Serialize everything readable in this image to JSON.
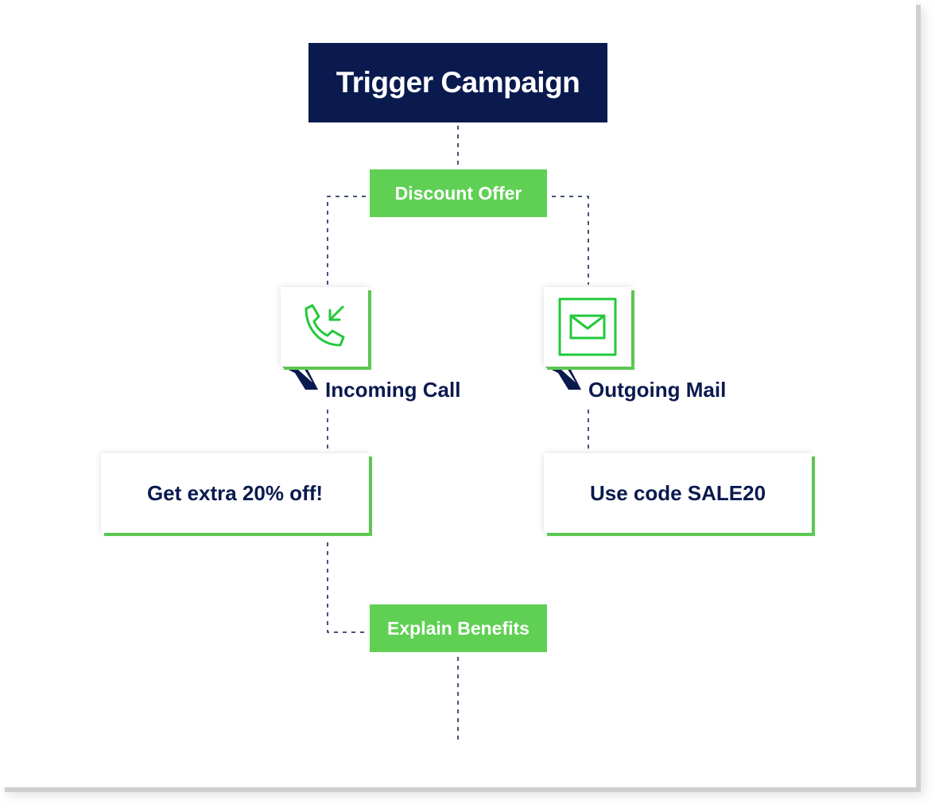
{
  "diagram": {
    "trigger": {
      "label": "Trigger Campaign"
    },
    "offer": {
      "label": "Discount Offer"
    },
    "channels": [
      {
        "label": "Incoming Call",
        "icon": "incoming-call-icon",
        "message": "Get extra 20% off!"
      },
      {
        "label": "Outgoing Mail",
        "icon": "mail-icon",
        "message": "Use code SALE20"
      }
    ],
    "next_step": {
      "label": "Explain Benefits"
    }
  },
  "colors": {
    "navy": "#0a1a4f",
    "green": "#5fd054",
    "icon_green": "#22c93a"
  }
}
